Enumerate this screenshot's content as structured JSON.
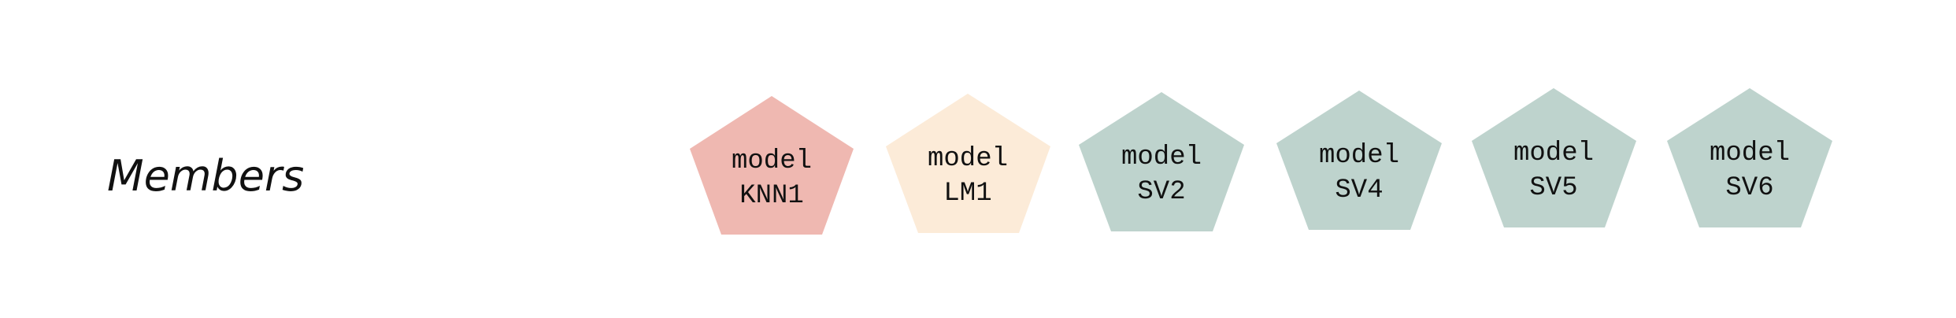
{
  "diagram": {
    "label": "Members",
    "models": [
      {
        "line1": "model",
        "line2": "KNN1",
        "color": "#EFB8B1"
      },
      {
        "line1": "model",
        "line2": "LM1",
        "color": "#FCEBD8"
      },
      {
        "line1": "model",
        "line2": "SV2",
        "color": "#BED3CD"
      },
      {
        "line1": "model",
        "line2": "SV4",
        "color": "#BED3CD"
      },
      {
        "line1": "model",
        "line2": "SV5",
        "color": "#BED3CD"
      },
      {
        "line1": "model",
        "line2": "SV6",
        "color": "#BED3CD"
      }
    ]
  }
}
